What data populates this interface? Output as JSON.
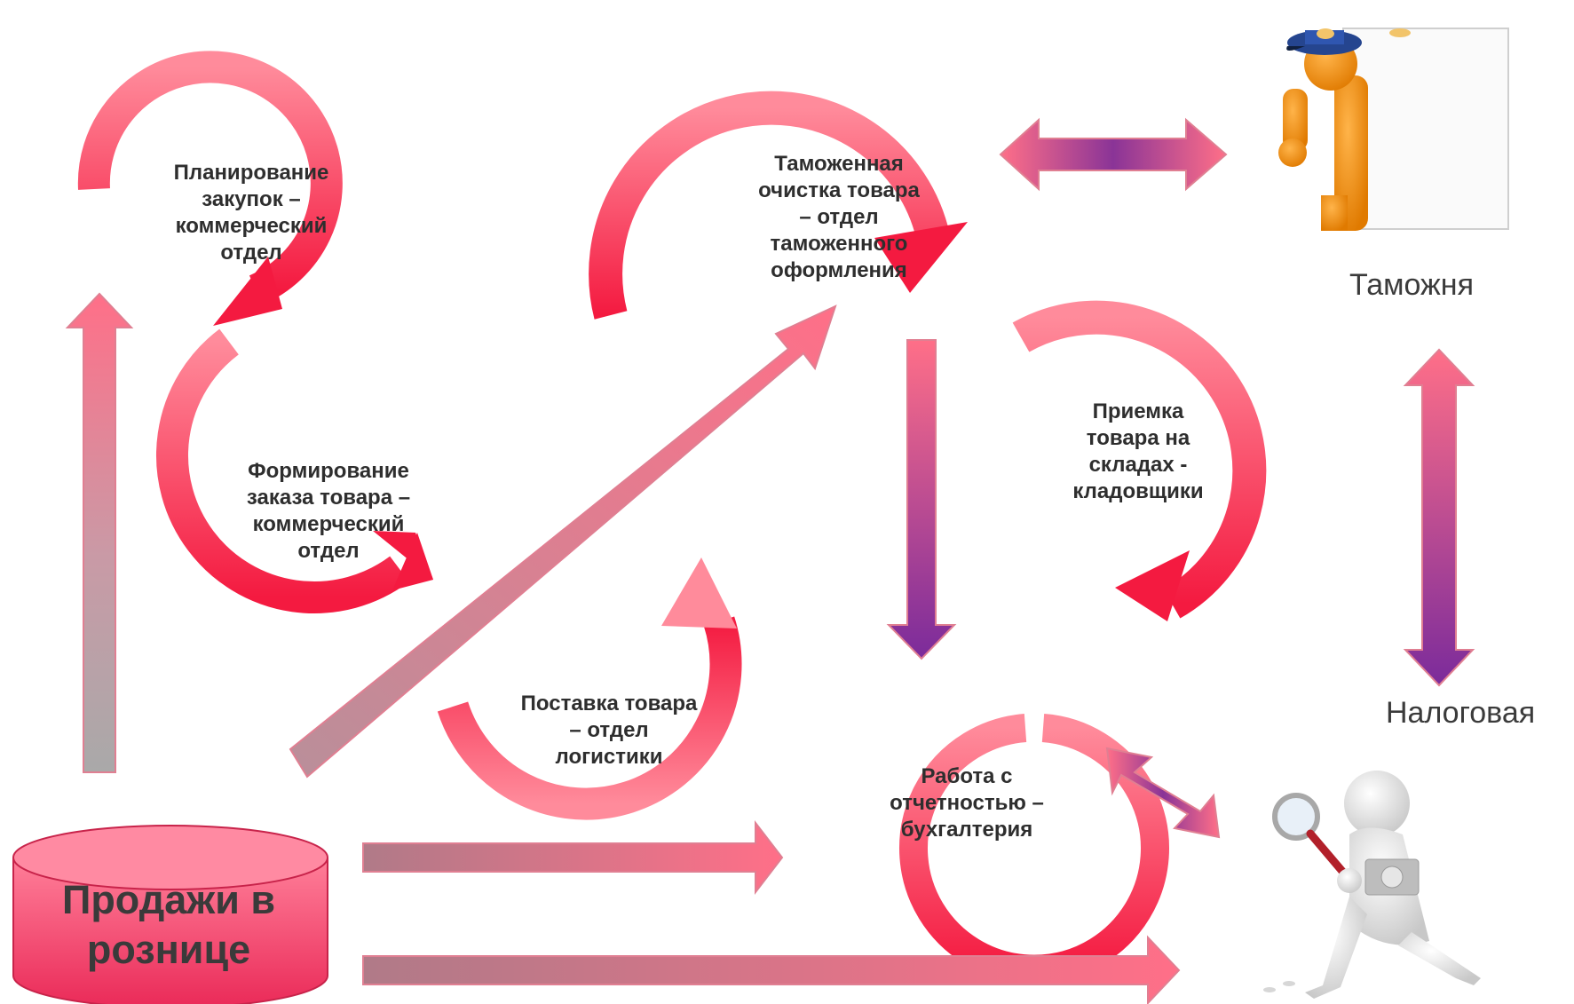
{
  "process_steps": {
    "planning": "Планирование\nзакупок –\nкоммерческий\nотдел",
    "order": "Формирование\nзаказа товара –\nкоммерческий\nотдел",
    "customs_clearance": "Таможенная\nочистка товара\n– отдел\nтаможенного\nоформления",
    "warehouse": "Приемка\nтовара на\nскладах -\nкладовщики",
    "delivery": "Поставка товара\n– отдел\nлогистики",
    "reporting": "Работа с\nотчетностью –\nбухгалтерия"
  },
  "sales": "Продажи в\nрознице",
  "external": {
    "customs": "Таможня",
    "tax": "Налоговая"
  },
  "colors": {
    "arc_light": "#ff8a9a",
    "arc_dark": "#f5193e",
    "arrow_gray": "#a8a8a8",
    "arrow_purple": "#7b2d9a",
    "sales_fill": "#f04a6e"
  }
}
